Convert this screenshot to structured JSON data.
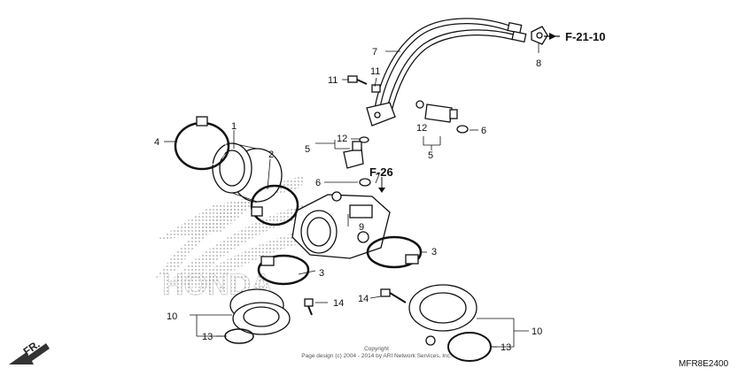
{
  "diagram": {
    "callouts": {
      "c1": "1",
      "c2": "2",
      "c3a": "3",
      "c3b": "3",
      "c4": "4",
      "c5a": "5",
      "c5b": "5",
      "c6a": "6",
      "c6b": "6",
      "c7": "7",
      "c8": "8",
      "c9": "9",
      "c10a": "10",
      "c10b": "10",
      "c11a": "11",
      "c11b": "11",
      "c12a": "12",
      "c12b": "12",
      "c13a": "13",
      "c13b": "13",
      "c14a": "14",
      "c14b": "14"
    },
    "refs": {
      "f21": "F-21-10",
      "f26": "F-26"
    },
    "front_label": "FR.",
    "drawing_code": "MFR8E2400",
    "copyright_line1": "Copyright",
    "copyright_line2": "Page design (c) 2004 - 2014 by ARI Network Services, Inc.",
    "watermark": "HONDA"
  }
}
